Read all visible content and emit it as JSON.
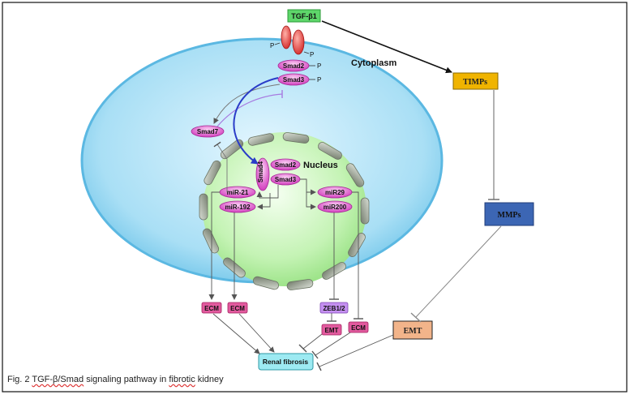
{
  "ligand": "TGF-β1",
  "receptor_p_left": "P",
  "receptor_p_right": "P",
  "smad2_cyto": "Smad2",
  "smad3_cyto": "Smad3",
  "p_smad2": "P",
  "p_smad3": "P",
  "cytoplasm_label": "Cytoplasm",
  "nucleus_label": "Nucleus",
  "smad7": "Smad7",
  "smad4": "Smad4",
  "smad2_nuc": "Smad2",
  "smad3_nuc": "Smad3",
  "mir21": "miR-21",
  "mir192": "miR-192",
  "mir29": "miR29",
  "mir200": "miR200",
  "timps": "TIMPs",
  "mmps": "MMPs",
  "ecm1": "ECM",
  "ecm2": "ECM",
  "zeb": "ZEB1/2",
  "emt_small": "EMT",
  "ecm3": "ECM",
  "emt_big": "EMT",
  "renal": "Renal fibrosis",
  "caption": {
    "part1": "Fig. 2 ",
    "part2": "TGF-β/Smad",
    "part3": " signaling pathway in ",
    "part4": "fibrotic",
    "part5": " kidney"
  },
  "colors": {
    "cell_fill": "#7fcbea",
    "nucleus_fill": "#bff0b0",
    "smad_fill": "#e85ad3",
    "timps_fill": "#f0b400",
    "mmps_fill": "#3c66b4",
    "emt_fill": "#f2b48a",
    "renal_fill": "#9deaf2",
    "ligand_fill": "#6fe07a",
    "receptor_fill": "#e23b3b"
  }
}
